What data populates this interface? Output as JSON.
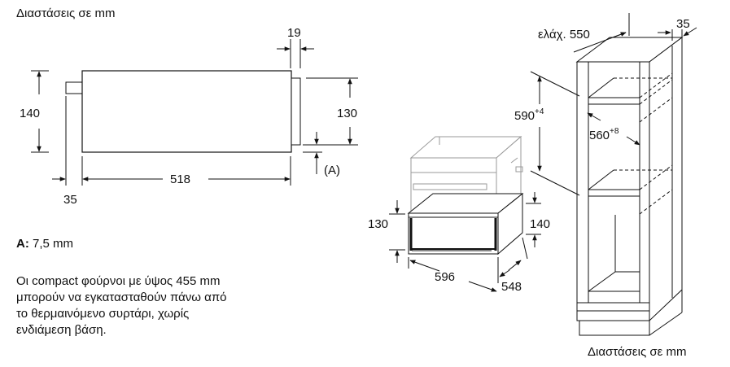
{
  "side_view": {
    "title": "Διαστάσεις σε mm",
    "dims": {
      "height_total": "140",
      "height_body": "130",
      "front_thickness": "19",
      "depth": "518",
      "handle_offset": "35"
    },
    "label_a": "(A)"
  },
  "note_a": {
    "key": "A:",
    "value": " 7,5 mm"
  },
  "note_text": {
    "line1": "Οι compact φούρνοι με ύψος 455 mm",
    "line2": "μπορούν να εγκατασταθούν πάνω από",
    "line3": "το θερμαινόμενο συρτάρι, χωρίς",
    "line4": "ενδιάμεση βάση."
  },
  "iso_view": {
    "dims": {
      "height_front": "130",
      "height_back": "140",
      "width": "596",
      "depth": "548"
    }
  },
  "cabinet_view": {
    "title": "Διαστάσεις σε mm",
    "dims": {
      "min_depth_label": "ελάχ. 550",
      "side_thickness": "35",
      "niche_height": "590",
      "niche_height_tol": "+4",
      "niche_width": "560",
      "niche_width_tol": "+8"
    }
  }
}
